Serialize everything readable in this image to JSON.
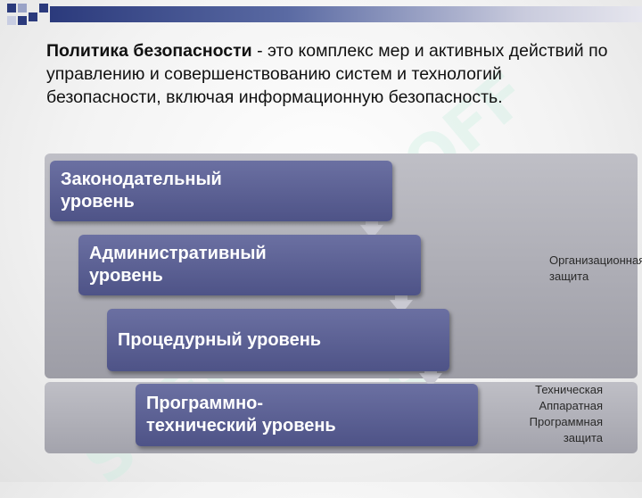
{
  "intro": {
    "bold": "Политика безопасности",
    "rest": " - это комплекс мер и активных действий по управлению и совершенствованию систем и технологий безопасности, включая информационную безопасность."
  },
  "levels": [
    {
      "label": "Законодательный\nуровень"
    },
    {
      "label": "Административный\nуровень"
    },
    {
      "label": "Процедурный уровень"
    },
    {
      "label": "Программно-\nтехнический уровень"
    }
  ],
  "side_labels": {
    "organizational": "Организационная\nзащита",
    "technical": "Техническая\nАппаратная\nПрограммная\nзащита"
  },
  "colors": {
    "level_fill": "#5b5f94",
    "arrow_fill": "#c9c9d2",
    "top_bar": "#2b3a7c",
    "watermark": "#c8efe0"
  },
  "watermark_text": "SOFF"
}
